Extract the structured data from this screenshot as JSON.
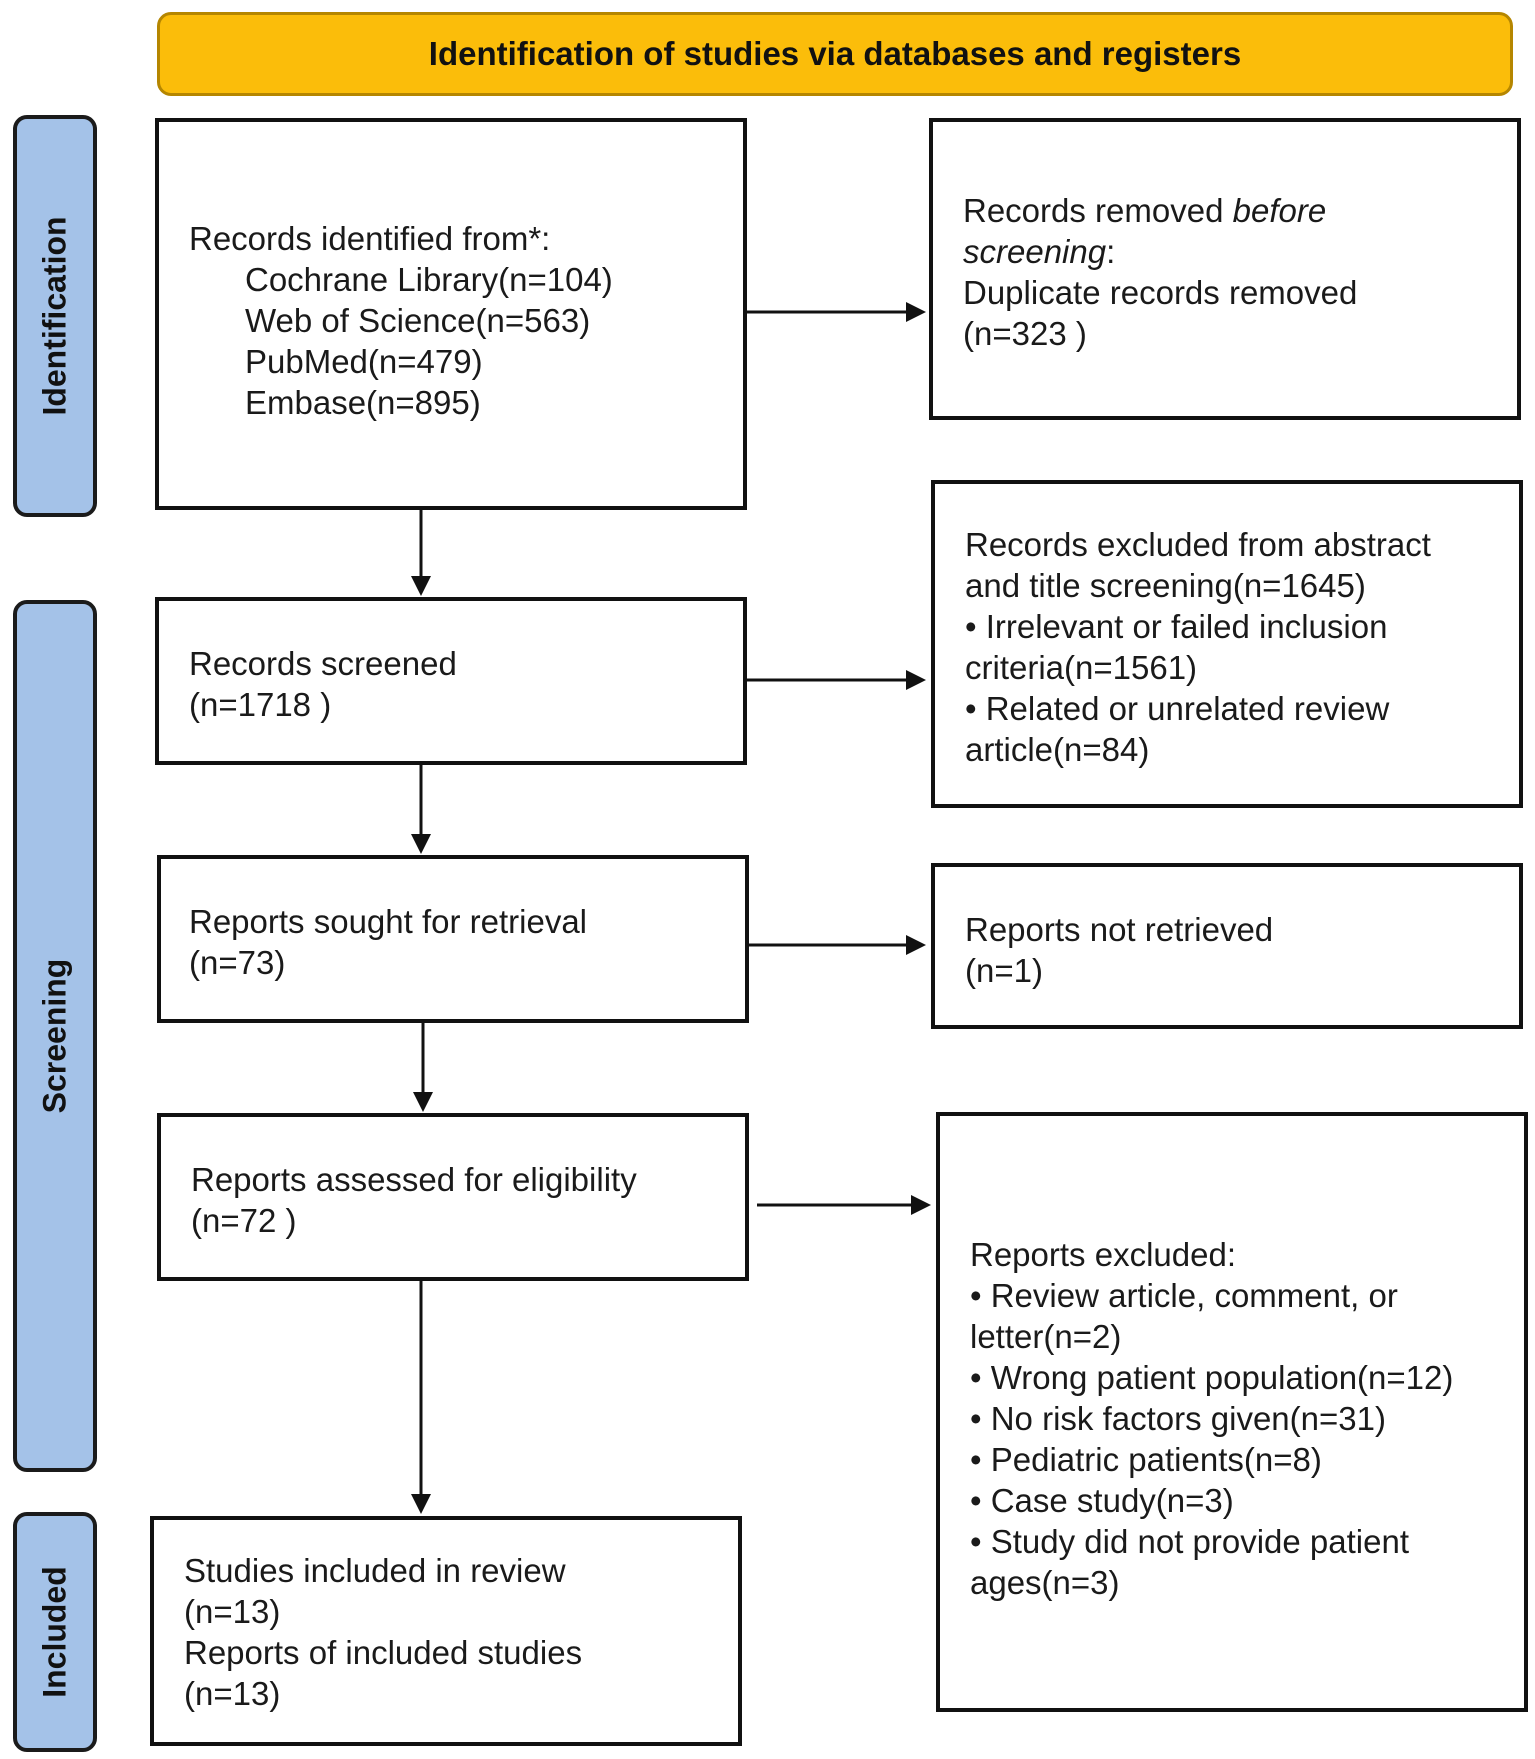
{
  "banner": {
    "title": "Identification of studies via databases and registers"
  },
  "phases": {
    "identification": "Identification",
    "screening": "Screening",
    "included": "Included"
  },
  "identified": {
    "heading": "Records identified from*:",
    "sources": [
      "Cochrane Library(n=104)",
      "Web of Science(n=563)",
      "PubMed(n=479)",
      "Embase(n=895)"
    ]
  },
  "removed": {
    "heading_prefix": "Records removed ",
    "heading_emphasis_1": "before",
    "heading_emphasis_2": "screening",
    "heading_suffix": ":",
    "line_1": "Duplicate records removed",
    "line_2": "(n=323 )"
  },
  "screened": {
    "line_1": "Records screened",
    "line_2": "(n=1718 )"
  },
  "excluded_screening": {
    "lines": [
      "Records excluded from abstract",
      "and title screening(n=1645)",
      "• Irrelevant or failed inclusion",
      "criteria(n=1561)",
      "• Related or unrelated review",
      "article(n=84)"
    ]
  },
  "sought": {
    "line_1": "Reports sought for retrieval",
    "line_2": "(n=73)"
  },
  "not_retrieved": {
    "line_1": "Reports not retrieved",
    "line_2": "(n=1)"
  },
  "assessed": {
    "line_1": "Reports assessed for eligibility",
    "line_2": "(n=72 )"
  },
  "reports_excluded": {
    "lines": [
      "Reports excluded:",
      "• Review article, comment, or",
      "letter(n=2)",
      "• Wrong patient population(n=12)",
      "• No risk factors given(n=31)",
      "• Pediatric patients(n=8)",
      "• Case study(n=3)",
      "• Study did not provide patient",
      "ages(n=3)"
    ]
  },
  "included": {
    "line_1": "Studies included in review",
    "line_2": "(n=13)",
    "line_3": "Reports of included studies",
    "line_4": "(n=13)"
  }
}
